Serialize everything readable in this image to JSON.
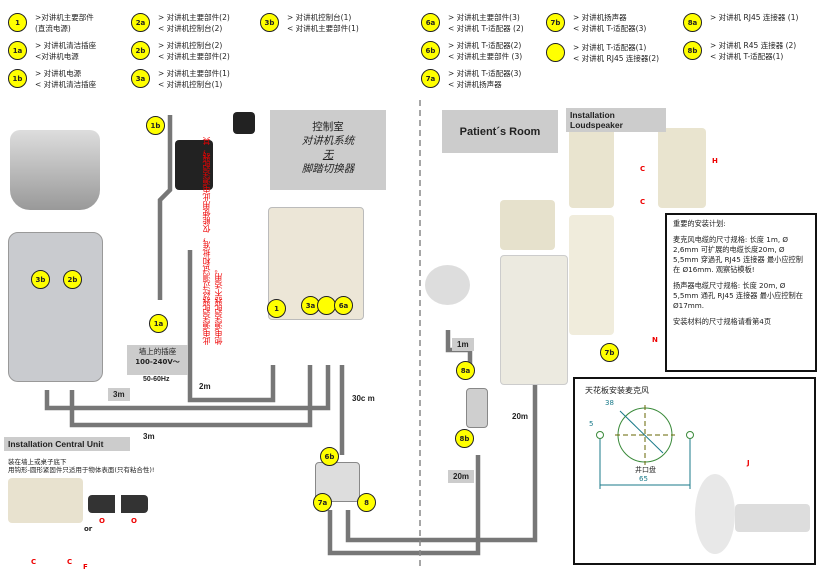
{
  "legend": [
    {
      "id": "1",
      "lines": [
        ">对讲机主要部件",
        "(直流电源)"
      ]
    },
    {
      "id": "1a",
      "lines": [
        "> 对讲机清洁插座",
        "<对讲机电源"
      ]
    },
    {
      "id": "1b",
      "lines": [
        "> 对讲机电源",
        "< 对讲机清洁插座"
      ]
    },
    {
      "id": "2a",
      "lines": [
        "> 对讲机主要部件(2)",
        "< 对讲机控制台(2)"
      ]
    },
    {
      "id": "2b",
      "lines": [
        "> 对讲机控制台(2)",
        "< 对讲机主要部件(2)"
      ]
    },
    {
      "id": "3a",
      "lines": [
        "> 对讲机主要部件(1)",
        "< 对讲机控制台(1)"
      ]
    },
    {
      "id": "3b",
      "lines": [
        "> 对讲机控制台(1)",
        "< 对讲机主要部件(1)"
      ]
    },
    {
      "id": "6a",
      "lines": [
        "> 对讲机主要部件(3)",
        "< 对讲机 T-适配器 (2)"
      ]
    },
    {
      "id": "6b",
      "lines": [
        "> 对讲机 T-适配器(2)",
        "< 对讲机主要部件 (3)"
      ]
    },
    {
      "id": "7a",
      "lines": [
        "> 对讲机 T-适配器(3)",
        "< 对讲机扬声器"
      ]
    },
    {
      "id": "7b",
      "lines": [
        "> 对讲机扬声器",
        "< 对讲机 T-适配器(3)"
      ]
    },
    {
      "id": "8",
      "lines": [
        "> 对讲机 T-适配器(1)",
        "< 对讲机 RJ45 连接器(2)"
      ]
    },
    {
      "id": "8a",
      "lines": [
        "> 对讲机 RJ45 连接器 (1)"
      ]
    },
    {
      "id": "8b",
      "lines": [
        "> 对讲机 R45 连接器 (2)",
        "< 对讲机 T-适配器(1)"
      ]
    }
  ],
  "control_room": {
    "title": "控制室",
    "line2": "对讲机系统",
    "line3": "无",
    "line4": "脚踏切换器"
  },
  "patient_room": "Patient´s Room",
  "warning": "此电源适配器经过测试和批准，仅能使用此电源适配器，其他电源适配器不适用。",
  "wall_socket": {
    "title": "墙上的插座",
    "voltage": "100-240V～",
    "freq": "50-60Hz"
  },
  "lengths": {
    "l3m_a": "3m",
    "l3m_b": "3m",
    "l2m": "2m",
    "l30cm": "30c m",
    "l1m": "1m",
    "l20m_a": "20m",
    "l20m_b": "20m"
  },
  "diagram_badges": [
    "1b",
    "1a",
    "3b",
    "2b",
    "1",
    "3a",
    "",
    "6a",
    "6b",
    "7a",
    "8",
    "8a",
    "8b",
    "7b"
  ],
  "loudspeaker": {
    "header": "Installation Loudspeaker",
    "c1": "C",
    "c2": "C",
    "h": "H",
    "n": "N"
  },
  "note": {
    "title": "重要的安装计划:",
    "p1": "麦克风电缆的尺寸规格: 长度 1m, Ø 2,6mm 可扩展的电缆长度20m, Ø 5,5mm 穿過孔 RJ45 连接器 最小应控制在 Ø16mm. 观察钻模板!",
    "p2": "扬声器电缆尺寸规格: 长度 20m, Ø 5,5mm 通孔 RJ45 连接器 最小应控制在 Ø17mm.",
    "p3": "安装材料的尺寸规格请看第4页"
  },
  "ceiling_mic": {
    "title": "天花板安装麦克风",
    "d38": "38",
    "d5": "5",
    "d65": "65",
    "label": "井口盘",
    "j": "J"
  },
  "central_unit": {
    "header": "Installation Central Unit",
    "desc1": "装在墙上或桌子底下",
    "desc2": "用钩形-圆形紧固件只适用于物体表面(只有粘合性)!",
    "c1": "C",
    "c2": "C",
    "o1": "O",
    "o2": "O",
    "or": "or",
    "f": "F"
  }
}
